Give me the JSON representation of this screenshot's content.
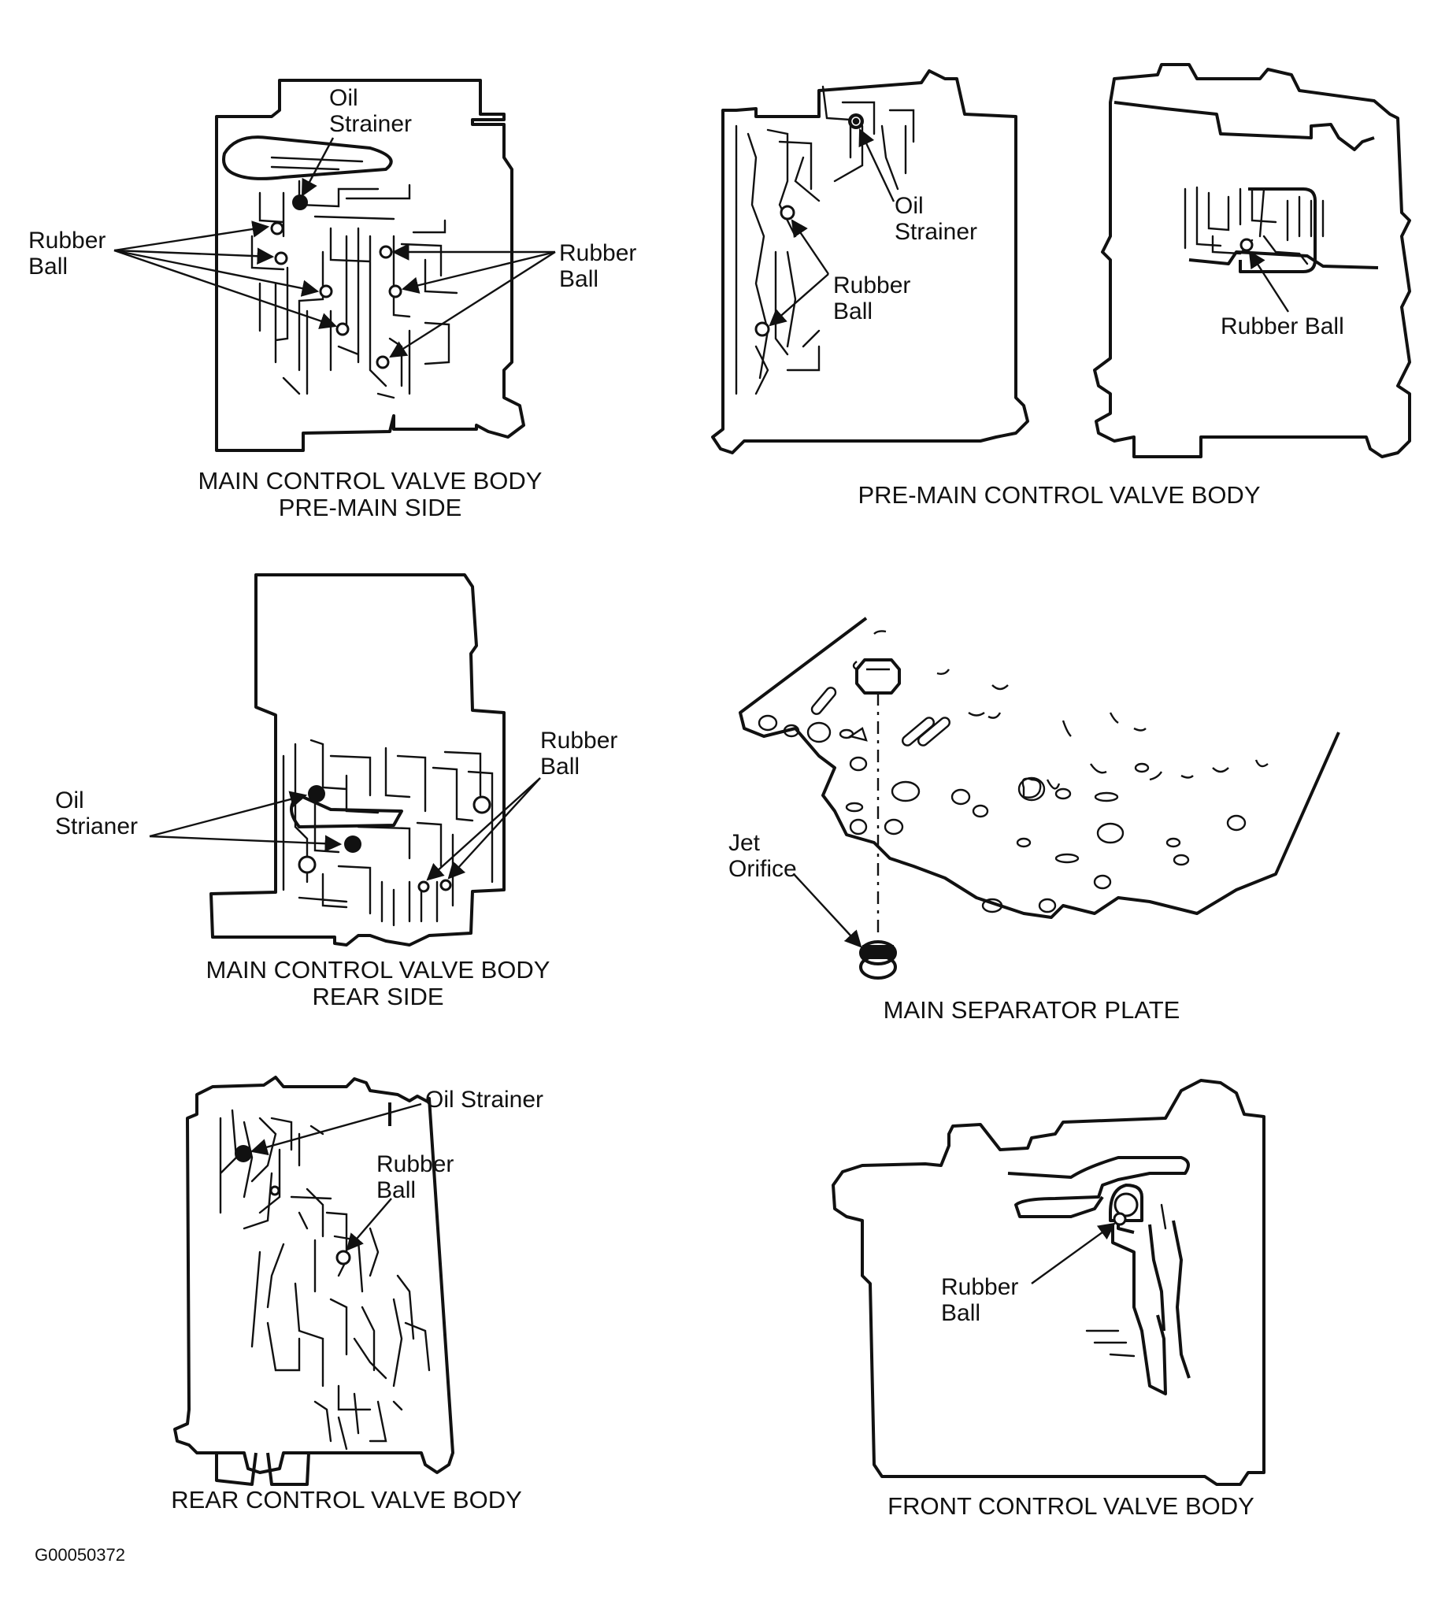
{
  "panels": {
    "main_pre": {
      "caption_l1": "MAIN CONTROL VALVE BODY",
      "caption_l2": "PRE-MAIN SIDE",
      "oil_strainer_l1": "Oil",
      "oil_strainer_l2": "Strainer",
      "rubber_ball_left_l1": "Rubber",
      "rubber_ball_left_l2": "Ball",
      "rubber_ball_right_l1": "Rubber",
      "rubber_ball_right_l2": "Ball"
    },
    "pre_main": {
      "caption": "PRE-MAIN CONTROL VALVE BODY",
      "oil_strainer_l1": "Oil",
      "oil_strainer_l2": "Strainer",
      "rubber_ball_l1": "Rubber",
      "rubber_ball_l2": "Ball",
      "rubber_ball_right": "Rubber Ball"
    },
    "main_rear": {
      "caption_l1": "MAIN CONTROL VALVE BODY",
      "caption_l2": "REAR SIDE",
      "oil_strainer_l1": "Oil",
      "oil_strainer_l2": "Strianer",
      "rubber_ball_l1": "Rubber",
      "rubber_ball_l2": "Ball"
    },
    "separator": {
      "caption": "MAIN SEPARATOR PLATE",
      "jet_orifice_l1": "Jet",
      "jet_orifice_l2": "Orifice"
    },
    "rear_body": {
      "caption": "REAR CONTROL VALVE BODY",
      "oil_strainer": "Oil Strainer",
      "rubber_ball_l1": "Rubber",
      "rubber_ball_l2": "Ball"
    },
    "front_body": {
      "caption": "FRONT CONTROL VALVE BODY",
      "rubber_ball_l1": "Rubber",
      "rubber_ball_l2": "Ball"
    }
  },
  "figure_code": "G00050372"
}
